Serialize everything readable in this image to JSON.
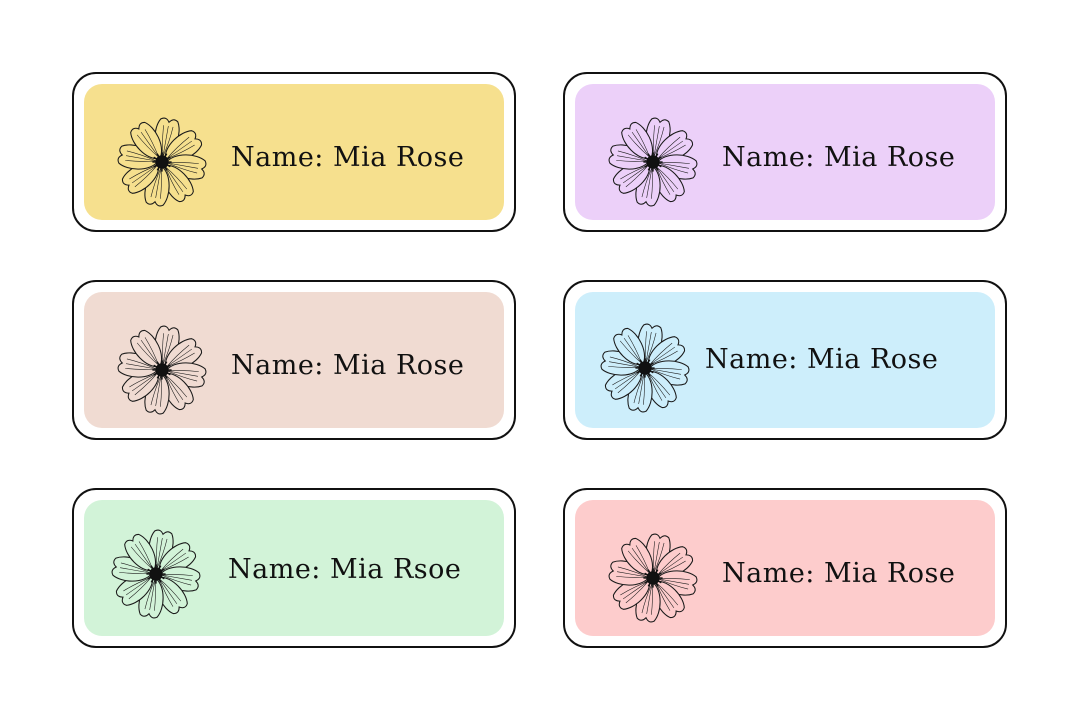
{
  "labels": [
    {
      "text": "Name: Mia Rose",
      "bg": "#f6e08e",
      "petal": "#f6e08e"
    },
    {
      "text": "Name: Mia Rose",
      "bg": "#ecd0f9",
      "petal": "#ecd0f9"
    },
    {
      "text": "Name: Mia Rose",
      "bg": "#f0dbd2",
      "petal": "#f0dbd2"
    },
    {
      "text": "Name: Mia Rose",
      "bg": "#cdeefb",
      "petal": "#cdeefb"
    },
    {
      "text": "Name: Mia Rsoe",
      "bg": "#d2f3d8",
      "petal": "#d2f3d8"
    },
    {
      "text": "Name: Mia Rose",
      "bg": "#fdcccc",
      "petal": "#fdcccc"
    }
  ],
  "icon": "cosmos-flower-icon"
}
